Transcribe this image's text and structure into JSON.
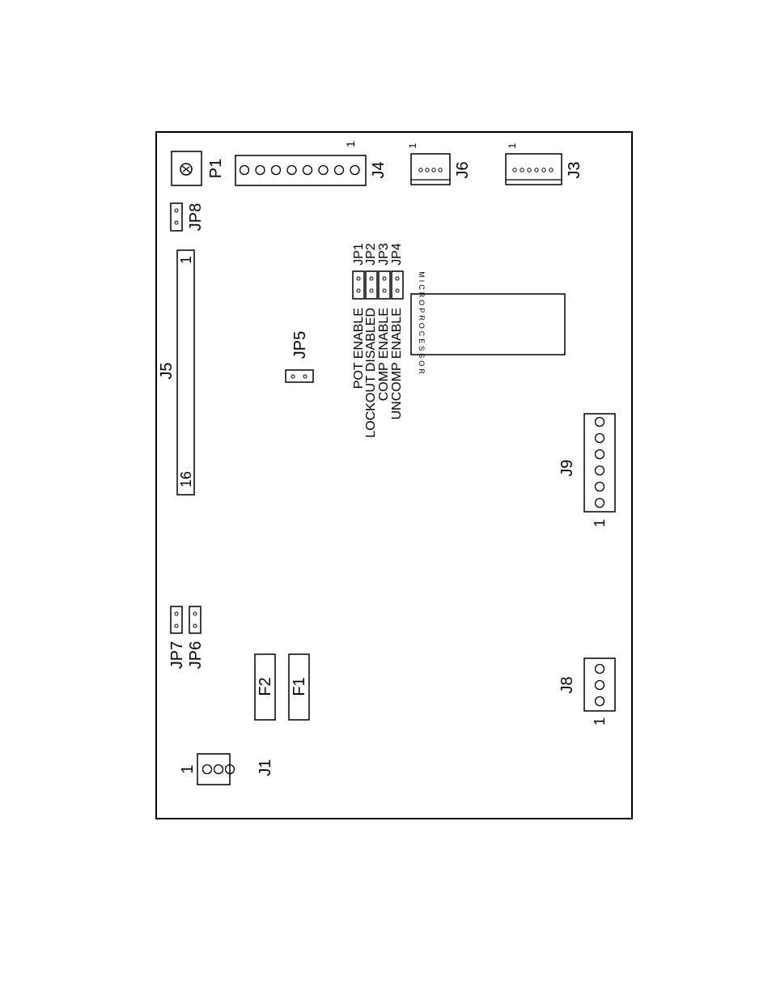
{
  "board": {
    "p1": {
      "label": "P1"
    },
    "j4": {
      "label": "J4",
      "pin1": "1"
    },
    "j6": {
      "label": "J6",
      "pin1": "1"
    },
    "j3": {
      "label": "J3",
      "pin1": "1"
    },
    "jp8": {
      "label": "JP8"
    },
    "j5": {
      "label": "J5",
      "pin_start": "1",
      "pin_end": "16"
    },
    "jp5": {
      "label": "JP5"
    },
    "jumpers": {
      "jp1": "JP1",
      "jp2": "JP2",
      "jp3": "JP3",
      "jp4": "JP4",
      "pot_enable": "POT ENABLE",
      "lockout_disabled": "LOCKOUT DISABLED",
      "comp_enable": "COMP ENABLE",
      "uncomp_enable": "UNCOMP ENABLE"
    },
    "microprocessor": {
      "label": "MICROPROCESSOR"
    },
    "j9": {
      "label": "J9",
      "pin1": "1"
    },
    "jp7": {
      "label": "JP7"
    },
    "jp6": {
      "label": "JP6"
    },
    "f2": {
      "label": "F2"
    },
    "f1": {
      "label": "F1"
    },
    "j8": {
      "label": "J8",
      "pin1": "1"
    },
    "j1": {
      "label": "J1",
      "pin1": "1"
    }
  }
}
